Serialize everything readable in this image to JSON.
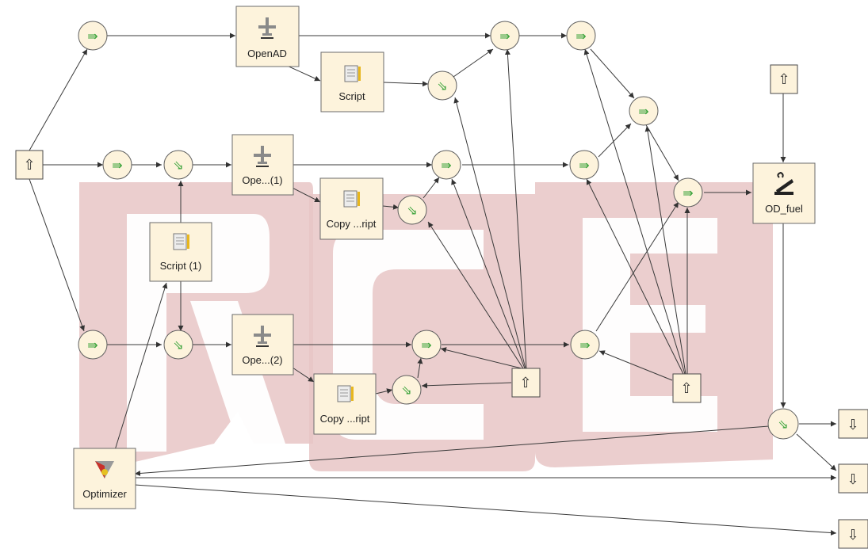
{
  "watermark": "RCE",
  "nodes": {
    "openad": "OpenAD",
    "script": "Script",
    "ope1": "Ope...(1)",
    "copy1": "Copy ...ript",
    "script1": "Script (1)",
    "ope2": "Ope...(2)",
    "copy2": "Copy ...ript",
    "odfuel": "OD_fuel",
    "optimizer": "Optimizer"
  },
  "colors": {
    "node_fill": "#fdf3dc",
    "arrow_green": "#3aa33a",
    "watermark": "#e8c6c6"
  }
}
